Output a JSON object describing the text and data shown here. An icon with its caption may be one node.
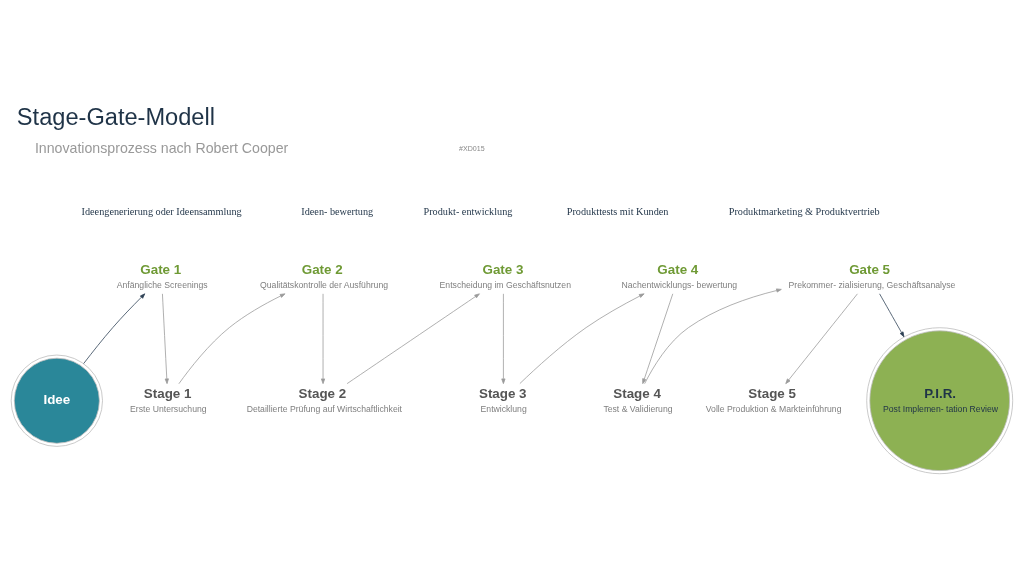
{
  "diagram": {
    "title": "Stage-Gate-Modell",
    "nodes": [
      {
        "text": [
          "Idee"
        ]
      },
      {
        "text": [
          "Gate 1",
          "Anfängliche Screenings"
        ]
      },
      {
        "text": [
          "Stage 1",
          "Erste Untersuchung"
        ]
      },
      {
        "text": [
          "Gate 2",
          "Qualitätskontrolle der Ausführung"
        ]
      },
      {
        "text": [
          "Stage 2",
          "Detaillierte Prüfung auf Wirtschaftlichkeit"
        ]
      },
      {
        "text": [
          "Gate 3",
          "Entscheidung im Geschäftsnutzen"
        ]
      },
      {
        "text": [
          "Stage 3",
          "Entwicklung"
        ]
      },
      {
        "text": [
          "Gate 4",
          "Nachentwicklungs- bewertung"
        ]
      },
      {
        "text": [
          "Stage 4",
          "Test & Validierung"
        ]
      },
      {
        "text": [
          "Gate 5",
          "Prekommer- zialisierung, Geschäftsanalyse"
        ]
      },
      {
        "text": [
          "Stage 5",
          "Volle Produktion & Markteinführung"
        ]
      },
      {
        "text": [
          "P.I.R.",
          "Post Implemen- tation Review"
        ]
      }
    ],
    "edges": [
      {
        "from": 0,
        "to": 1,
        "arrow": "to",
        "color": "#2e4155"
      },
      {
        "from": 1,
        "to": 2,
        "arrow": "to"
      },
      {
        "from": 2,
        "to": 3,
        "arrow": "to"
      },
      {
        "from": 3,
        "to": 4,
        "arrow": "to"
      },
      {
        "from": 4,
        "to": 5,
        "arrow": "to"
      },
      {
        "from": 5,
        "to": 6,
        "arrow": "to"
      },
      {
        "from": 6,
        "to": 7,
        "arrow": "to"
      },
      {
        "from": 7,
        "to": 8,
        "arrow": "to"
      },
      {
        "from": 8,
        "to": 9,
        "arrow": "to"
      },
      {
        "from": 9,
        "to": 10,
        "arrow": "to"
      },
      {
        "from": 9,
        "to": 11,
        "arrow": "to",
        "color": "#2e4155"
      }
    ],
    "labels": [
      "#XD015",
      "Innovationsprozess nach Robert Cooper",
      "Ideengenerierung oder Ideensammlung",
      "Ideen- bewertung",
      "Produkt- entwicklung",
      "Produkttests mit Kunden",
      "Produktmarketing & Produktvertrieb"
    ]
  }
}
